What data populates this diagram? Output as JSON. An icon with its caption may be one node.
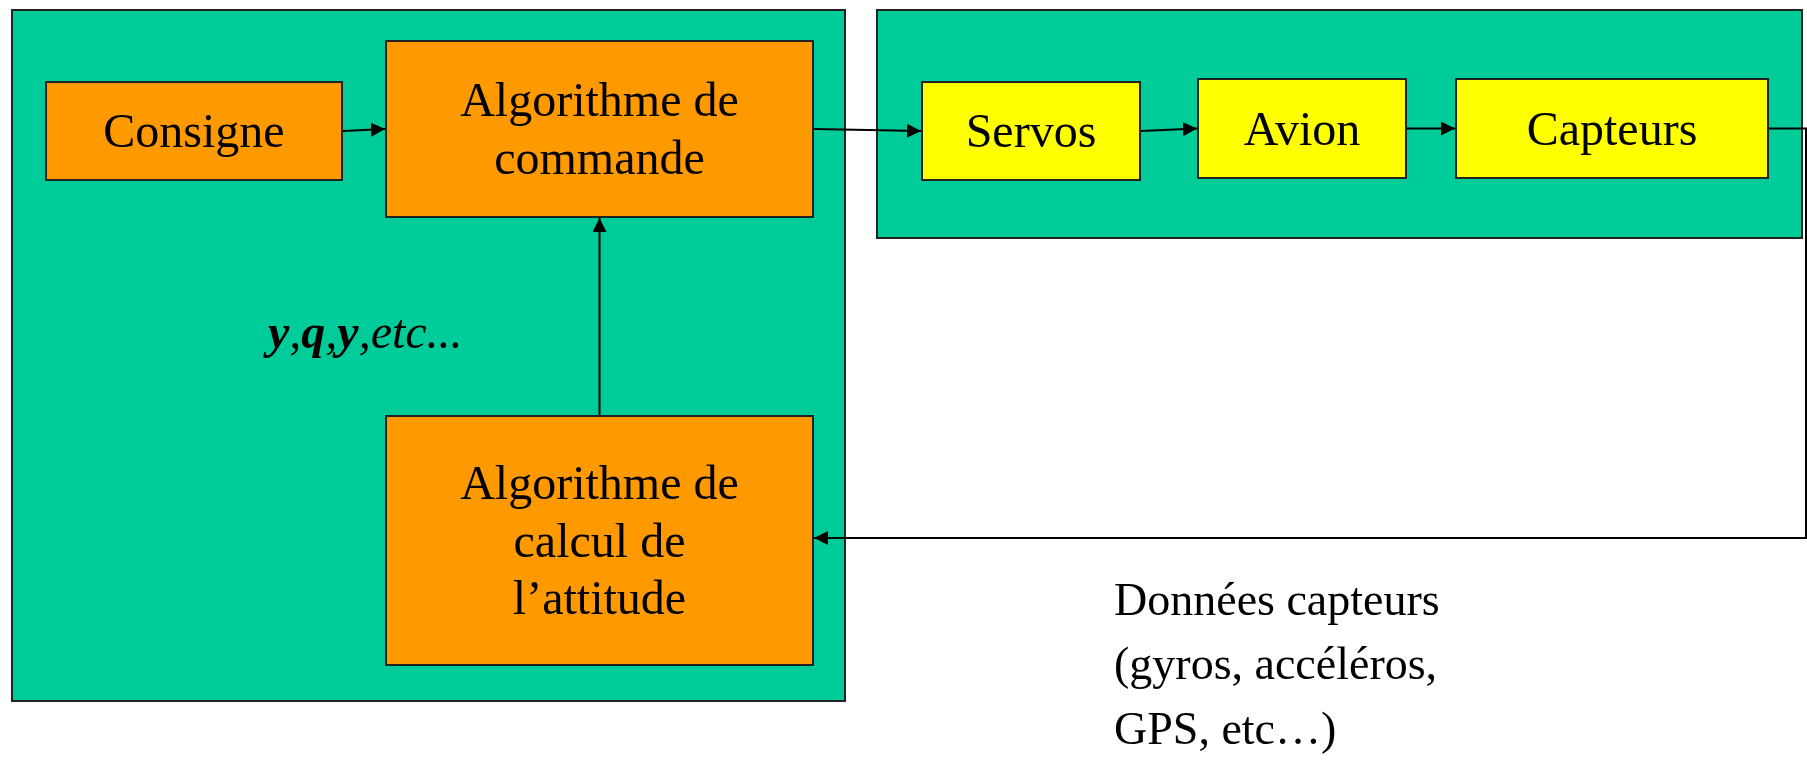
{
  "diagram": {
    "nodes": [
      {
        "text": [],
        "shape": "box"
      },
      {
        "text": [
          "Consigne"
        ],
        "in": 0
      },
      {
        "text": [
          "Algorithme de commande"
        ],
        "in": 0
      },
      {
        "text": [
          "Algorithme de calcul de l’attitude"
        ],
        "in": 0
      },
      {
        "text": [],
        "shape": "box"
      },
      {
        "text": [
          "Servos"
        ],
        "in": 4
      },
      {
        "text": [
          "Avion"
        ],
        "in": 4
      },
      {
        "text": [
          "Capteurs"
        ],
        "in": 4
      }
    ],
    "edges": [
      {
        "from": 1,
        "to": 2,
        "arrow": "to"
      },
      {
        "from": 2,
        "to": 5,
        "arrow": "to"
      },
      {
        "from": 5,
        "to": 6,
        "arrow": "to"
      },
      {
        "from": 6,
        "to": 7,
        "arrow": "to"
      },
      {
        "from": 3,
        "to": 2,
        "arrow": "to",
        "label": "**y**,**q**,**y**,etc..."
      },
      {
        "from": 7,
        "to": 3,
        "arrow": "to",
        "label": "Données capteurs (gyros, accéléros, GPS, etc…)"
      }
    ]
  }
}
